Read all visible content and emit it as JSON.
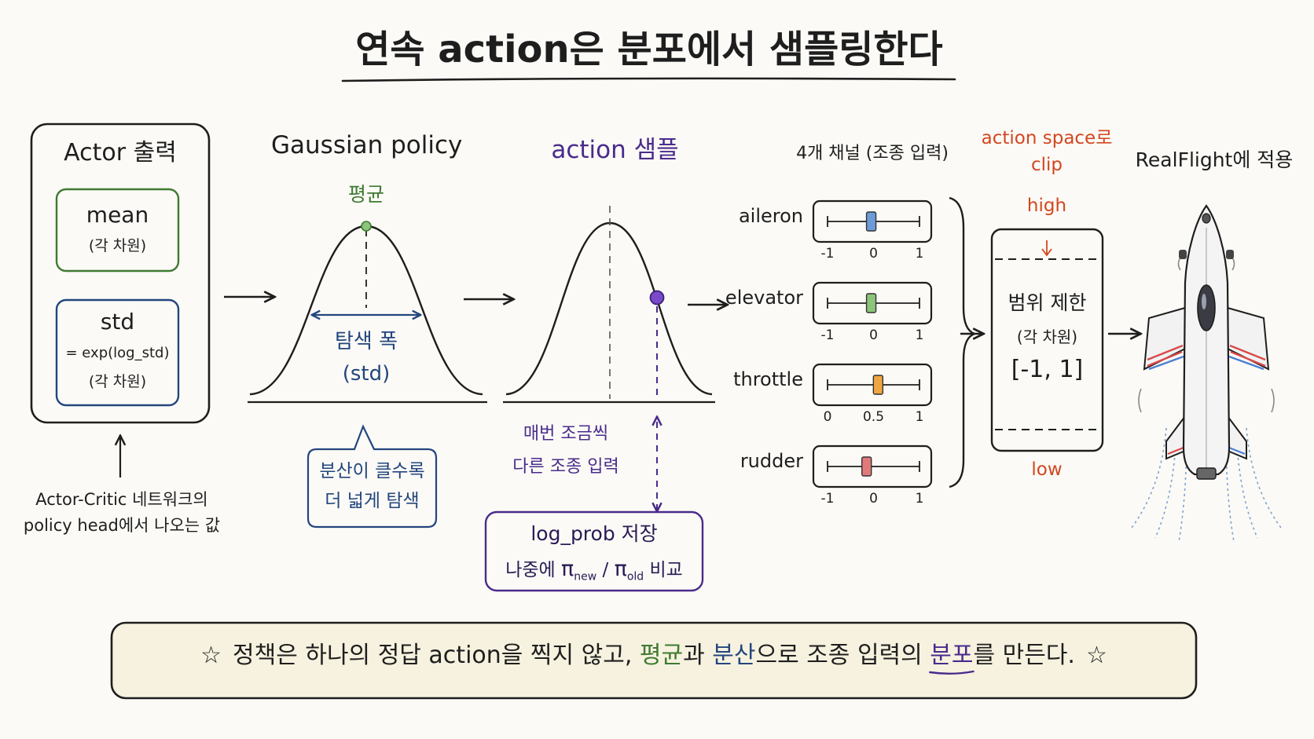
{
  "title": "연속 action은 분포에서 샘플링한다",
  "colors": {
    "ink": "#1e1e1e",
    "green": "#3f7a32",
    "navy": "#23467e",
    "purple": "#4a2b8c",
    "orange_red": "#d4461f",
    "bar_blue": "#6d9bd8",
    "bar_green": "#8cc47a",
    "bar_orange": "#f0a640",
    "bar_red": "#e07a7a",
    "bottom_box_fill": "#f6f2df"
  },
  "actor": {
    "title": "Actor 출력",
    "mean_label": "mean",
    "mean_sub": "(각 차원)",
    "std_label": "std",
    "std_formula": "= exp(log_std)",
    "std_sub": "(각 차원)",
    "caption_line1": "Actor-Critic 네트워크의",
    "caption_line2": "policy head에서 나오는 값"
  },
  "gaussian": {
    "title": "Gaussian policy",
    "mean_tag": "평균",
    "width_label": "탐색 폭",
    "width_sub": "(std)",
    "bubble_line1": "분산이 클수록",
    "bubble_line2": "더 넓게 탐색"
  },
  "sample": {
    "title": "action 샘플",
    "note_line1": "매번 조금씩",
    "note_line2": "다른 조종 입력",
    "logprob_title": "log_prob 저장",
    "logprob_prefix": "나중에 ",
    "pi_symbol": "π",
    "pi_new_sub": "new",
    "pi_slash": " / ",
    "pi_old_sub": "old",
    "logprob_suffix": " 비교"
  },
  "channels": {
    "title": "4개 채널 (조종 입력)",
    "items": [
      {
        "name": "aileron",
        "value": -0.05,
        "color": "#6d9bd8",
        "range": [
          -1,
          1
        ],
        "ticks": [
          "-1",
          "0",
          "1"
        ]
      },
      {
        "name": "elevator",
        "value": -0.05,
        "color": "#8cc47a",
        "range": [
          -1,
          1
        ],
        "ticks": [
          "-1",
          "0",
          "1"
        ]
      },
      {
        "name": "throttle",
        "value": 0.55,
        "color": "#f0a640",
        "range": [
          0,
          1
        ],
        "ticks": [
          "0",
          "0.5",
          "1"
        ]
      },
      {
        "name": "rudder",
        "value": -0.15,
        "color": "#e07a7a",
        "range": [
          -1,
          1
        ],
        "ticks": [
          "-1",
          "0",
          "1"
        ]
      }
    ]
  },
  "clip": {
    "title_line1": "action space로",
    "title_line2": "clip",
    "high": "high",
    "low": "low",
    "label": "범위 제한",
    "sub": "(각 차원)",
    "range": "[-1, 1]"
  },
  "apply": {
    "title": "RealFlight에 적용",
    "aircraft_icon": "jet-aircraft-icon"
  },
  "bottom": {
    "star": "☆",
    "p1": "정책은 하나의 정답 action을 찍지 않고, ",
    "w_mean": "평균",
    "p2": "과 ",
    "w_var": "분산",
    "p3": "으로 조종 입력의 ",
    "w_dist": "분포",
    "p4": "를 만든다."
  }
}
